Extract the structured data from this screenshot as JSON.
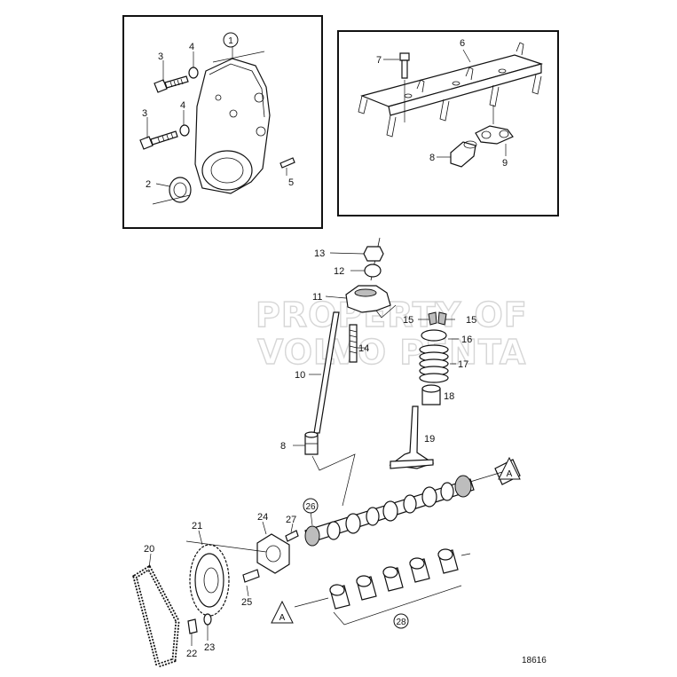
{
  "watermark": {
    "line1": "PROPERTY OF",
    "line2": "VOLVO PENTA"
  },
  "figure_number": "18616",
  "callouts": {
    "p1": "1",
    "p2": "2",
    "p3a": "3",
    "p3b": "3",
    "p4a": "4",
    "p4b": "4",
    "p5": "5",
    "p6": "6",
    "p7": "7",
    "p8a": "8",
    "p9": "9",
    "p10": "10",
    "p11": "11",
    "p12": "12",
    "p13": "13",
    "p14": "14",
    "p15a": "15",
    "p15b": "15",
    "p16": "16",
    "p17": "17",
    "p18": "18",
    "p19": "19",
    "p8b": "8",
    "p20": "20",
    "p21": "21",
    "p22": "22",
    "p23": "23",
    "p24": "24",
    "p25": "25",
    "p26": "26",
    "p27": "27",
    "p28": "28",
    "refA1": "A",
    "refA2": "A"
  }
}
